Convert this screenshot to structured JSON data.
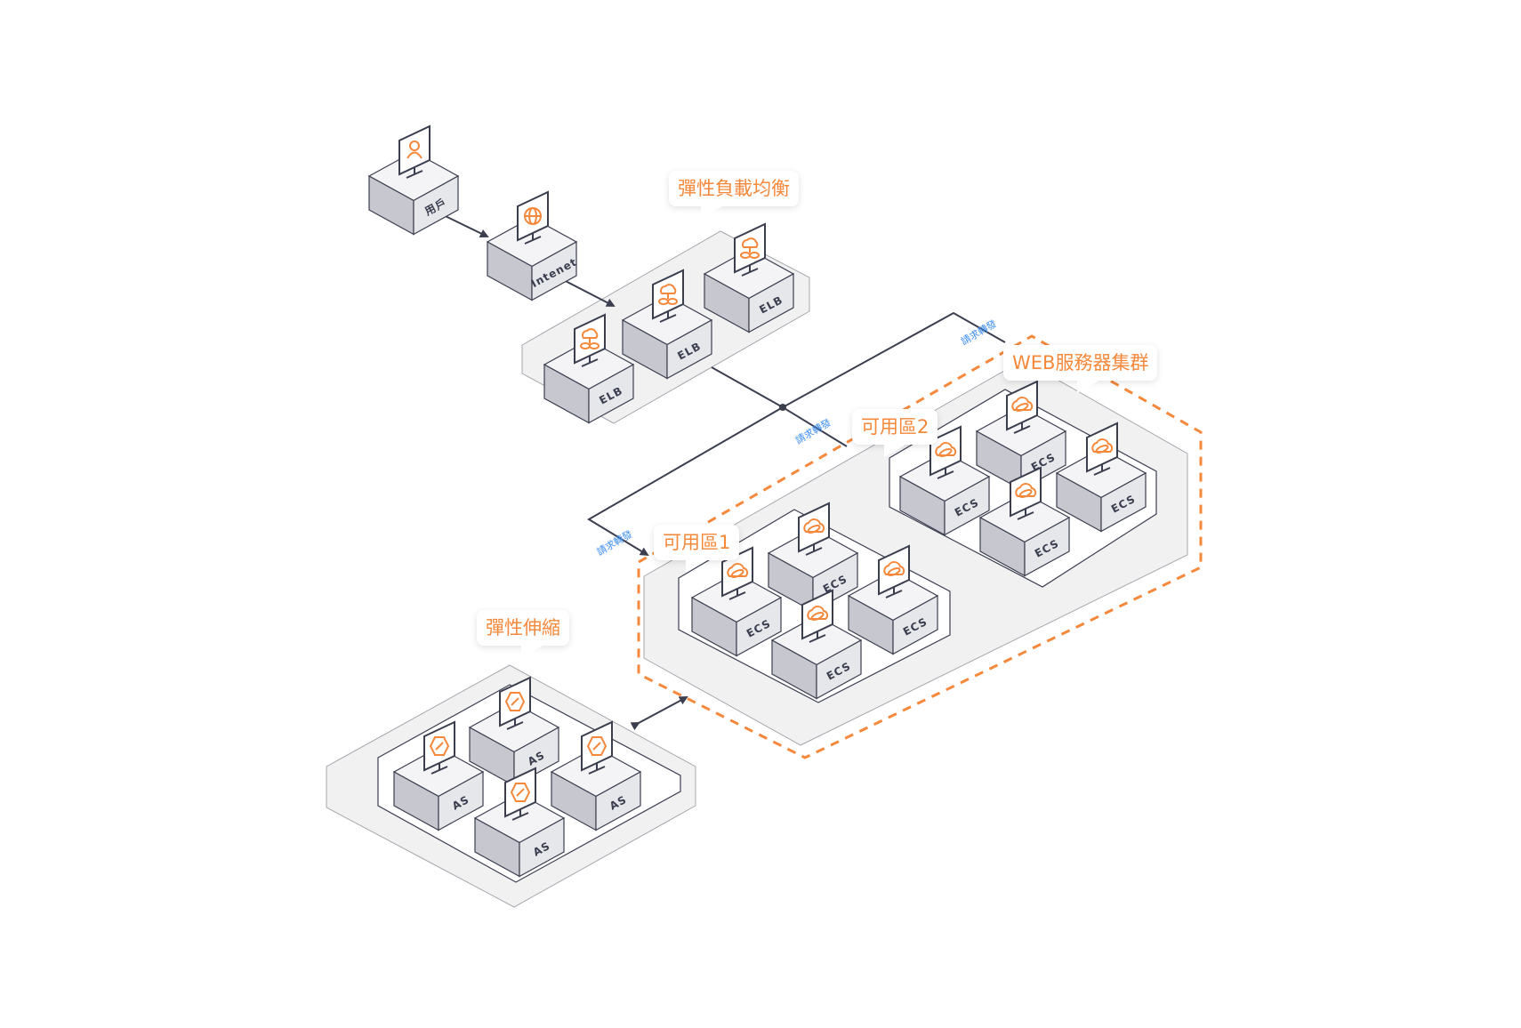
{
  "diagram": {
    "title": "Web application high availability architecture",
    "colors": {
      "accent": "#f5883a",
      "link_label": "#3d8ef5",
      "line": "#3b3e4f",
      "zone_fill": "#f1f1f2",
      "zone_stroke": "#a6a8ae",
      "box_top": "#f4f4f6",
      "box_left": "#c7c8cf",
      "box_right": "#e6e7ea"
    },
    "nodes": {
      "user": {
        "label": "用戶",
        "icon": "user-icon"
      },
      "internet": {
        "label": "Intenet",
        "icon": "globe-icon"
      },
      "elb": {
        "label": "ELB",
        "icon": "load-balancer-icon",
        "count": 3
      },
      "ecs_zone1": {
        "label": "ECS",
        "icon": "cloud-server-icon",
        "count": 4
      },
      "ecs_zone2": {
        "label": "ECS",
        "icon": "cloud-server-icon",
        "count": 4
      },
      "as": {
        "label": "AS",
        "icon": "auto-scaling-icon",
        "count": 4
      }
    },
    "groups": {
      "elb_group": {
        "label": "彈性負載均衡"
      },
      "web_cluster": {
        "label": "WEB服務器集群"
      },
      "zone1": {
        "label": "可用區1"
      },
      "zone2": {
        "label": "可用區2"
      },
      "as_group": {
        "label": "彈性伸縮"
      }
    },
    "edges": [
      {
        "from": "user",
        "to": "internet"
      },
      {
        "from": "internet",
        "to": "elb_group"
      },
      {
        "from": "elb_group",
        "to": "web_cluster",
        "label": "請求轉發"
      },
      {
        "from": "elb_group",
        "to": "zone2",
        "label": "請求轉發"
      },
      {
        "from": "elb_group",
        "to": "zone1",
        "label": "請求轉發"
      },
      {
        "from": "as_group",
        "to": "web_cluster",
        "bidirectional": true
      }
    ]
  }
}
